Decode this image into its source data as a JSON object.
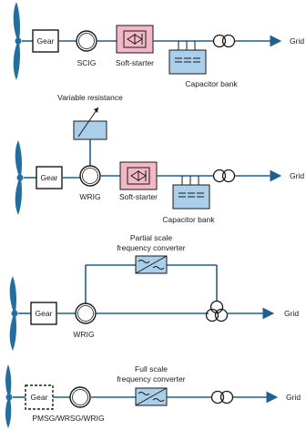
{
  "diagram1": {
    "gearbox": "Gear",
    "generator": "SCIG",
    "starter": "Soft-starter",
    "capacitor": "Capacitor bank",
    "grid": "Grid"
  },
  "diagram2": {
    "resistance": "Variable resistance",
    "gearbox": "Gear",
    "generator": "WRIG",
    "starter": "Soft-starter",
    "capacitor": "Capacitor bank",
    "grid": "Grid"
  },
  "diagram3": {
    "converter_line1": "Partial scale",
    "converter_line2": "frequency converter",
    "gearbox": "Gear",
    "generator": "WRIG",
    "grid": "Grid"
  },
  "diagram4": {
    "converter_line1": "Full scale",
    "converter_line2": "frequency converter",
    "gearbox": "Gear",
    "generator": "PMSG/WRSG/WRIG",
    "grid": "Grid"
  },
  "colors": {
    "blade": "#1f6fa4",
    "line": "#1f5f8f",
    "soft_starter_fill": "#f2b8c6",
    "capacitor_fill": "#a9cfea",
    "converter_fill": "#a9cfea"
  }
}
